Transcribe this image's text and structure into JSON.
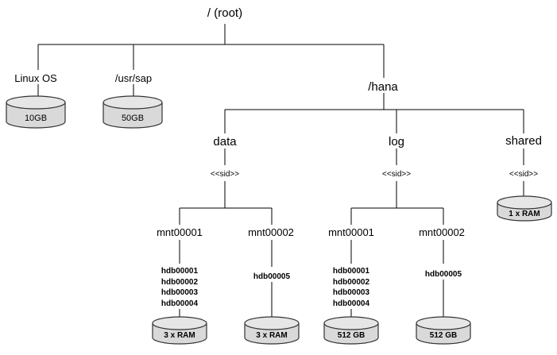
{
  "nodes": {
    "root": "/ (root)",
    "linux_os": "Linux OS",
    "usr_sap": "/usr/sap",
    "hana": "/hana",
    "data": "data",
    "log": "log",
    "shared": "shared",
    "data_sid": "<<sid>>",
    "log_sid": "<<sid>>",
    "shared_sid": "<<sid>>",
    "data_mnt1": "mnt00001",
    "data_mnt2": "mnt00002",
    "log_mnt1": "mnt00001",
    "log_mnt2": "mnt00002"
  },
  "volumes": {
    "data_mnt1": [
      "hdb00001",
      "hdb00002",
      "hdb00003",
      "hdb00004"
    ],
    "data_mnt2": [
      "hdb00005"
    ],
    "log_mnt1": [
      "hdb00001",
      "hdb00002",
      "hdb00003",
      "hdb00004"
    ],
    "log_mnt2": [
      "hdb00005"
    ]
  },
  "disks": {
    "linux_os": "10GB",
    "usr_sap": "50GB",
    "shared": "1 x RAM",
    "data_mnt1": "3 x RAM",
    "data_mnt2": "3 x RAM",
    "log_mnt1": "512 GB",
    "log_mnt2": "512 GB"
  },
  "colors": {
    "line": "#000000",
    "disk_fill": "#d9d9d9",
    "disk_top": "#e6e6e6",
    "disk_stroke": "#333333"
  }
}
